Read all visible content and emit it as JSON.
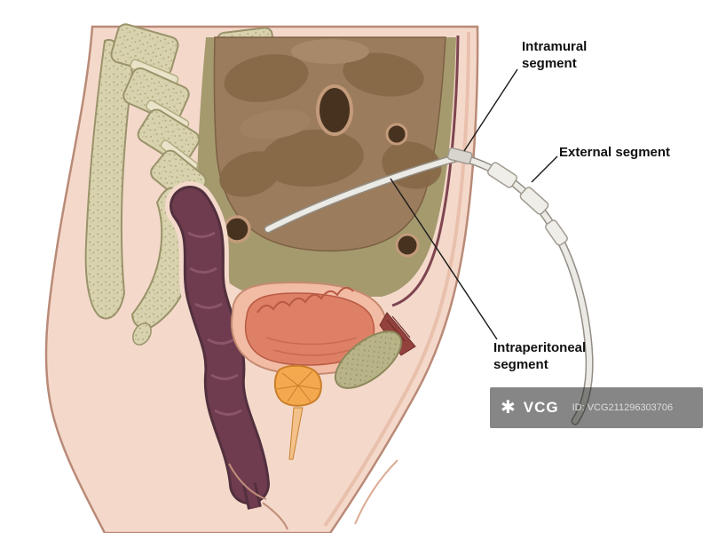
{
  "labels": {
    "intramural": "Intramural\nsegment",
    "external": "External segment",
    "intraperitoneal": "Intraperitoneal\nsegment"
  },
  "watermark": {
    "logo_glyph": "✱",
    "logo_text": "VCG",
    "id_text": "ID: VCG211296303706"
  },
  "illustration": {
    "colors": {
      "background": "#ffffff",
      "skin": "#f4d9cb",
      "body_outline": "#b98a77",
      "bone": "#d8d2ae",
      "cavity": "#a59a6e",
      "intestine": "#9b7c5c",
      "rectum": "#6e3c4e",
      "bladder": "#dd8066",
      "bladder_ring": "#f2bba4",
      "prostate": "#f5a94f",
      "pubic_bone": "#b9b488",
      "catheter": "#eceae5",
      "label_text": "#111111"
    }
  }
}
